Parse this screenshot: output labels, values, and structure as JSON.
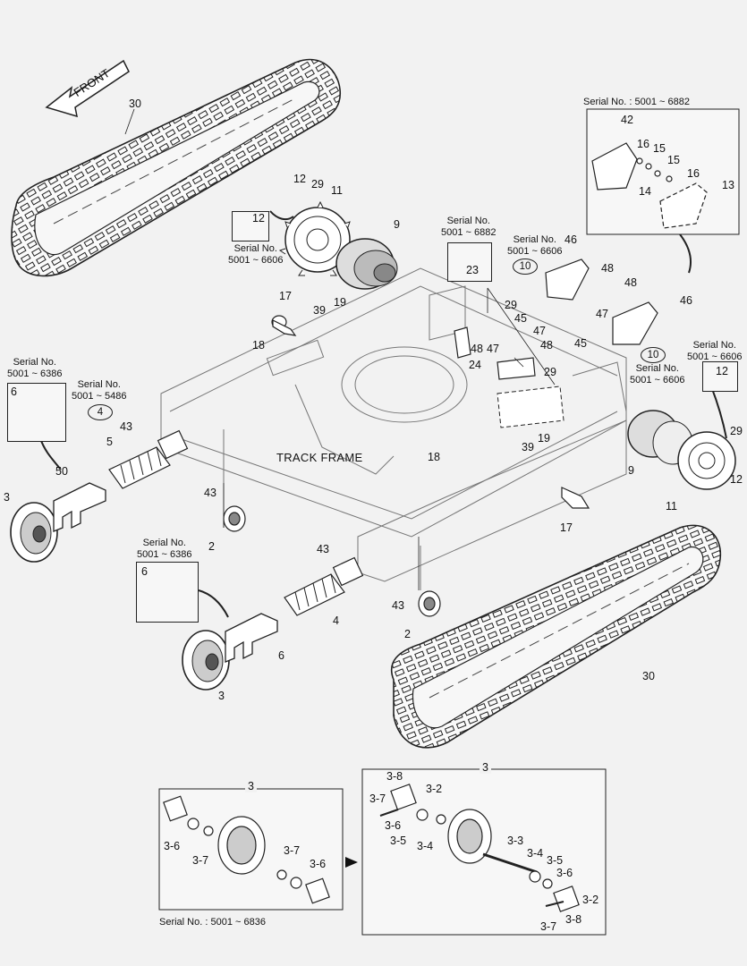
{
  "front_label": "FRONT",
  "track_frame_label": "TRACK FRAME",
  "serial": {
    "s1": "Serial No. : 5001 ~ 6882",
    "s2": "Serial No.",
    "s2b": "5001 ~ 6606",
    "s3": "Serial No.",
    "s3b": "5001 ~ 6882",
    "s4": "Serial No.",
    "s4b": "5001 ~ 6606",
    "s5": "Serial No.",
    "s5b": "5001 ~ 6606",
    "s6": "Serial No.",
    "s6b": "5001 ~ 6606",
    "s7": "Serial No.",
    "s7b": "5001 ~ 6386",
    "s8": "Serial No.",
    "s8b": "5001 ~ 5486",
    "s9": "Serial No.",
    "s9b": "5001 ~ 6386",
    "s10": "Serial No. : 5001 ~ 6836"
  },
  "parts": {
    "p30a": "30",
    "p12a": "12",
    "p29a": "29",
    "p11a": "11",
    "p12box": "12",
    "p9a": "9",
    "p23": "23",
    "p46a": "46",
    "p10a": "10",
    "p48a": "48",
    "p48b": "48",
    "p47a": "47",
    "p46b": "46",
    "p17a": "17",
    "p19a": "19",
    "p39a": "39",
    "p29b": "29",
    "p45a": "45",
    "p47b": "47",
    "p48c": "48",
    "p48d": "48",
    "p47c": "47",
    "p24": "24",
    "p45b": "45",
    "p29c": "29",
    "p10b": "10",
    "p18a": "18",
    "p12c": "12",
    "p29d": "29",
    "p12d": "12",
    "p6a": "6",
    "p4a": "4",
    "p43a": "43",
    "p5": "5",
    "p43b": "43",
    "p50": "50",
    "p3a": "3",
    "p2a": "2",
    "p19b": "19",
    "p39b": "39",
    "p18b": "18",
    "p9b": "9",
    "p11b": "11",
    "p17b": "17",
    "p6b": "6",
    "p43c": "43",
    "p4b": "4",
    "p43d": "43",
    "p2b": "2",
    "p6c": "6",
    "p3b": "3",
    "p30b": "30",
    "p42": "42",
    "p16a": "16",
    "p15a": "15",
    "p15b": "15",
    "p16b": "16",
    "p14": "14",
    "p13": "13"
  },
  "detail_left": {
    "title": "3",
    "l1": "3-6",
    "l2": "3-7",
    "l3": "3-7",
    "l4": "3-6"
  },
  "detail_right": {
    "title": "3",
    "l1": "3-8",
    "l2": "3-2",
    "l3": "3-7",
    "l4": "3-6",
    "l5": "3-5",
    "l6": "3-4",
    "l7": "3-3",
    "l8": "3-4",
    "l9": "3-5",
    "l10": "3-6",
    "l11": "3-2",
    "l12": "3-8",
    "l13": "3-7"
  }
}
